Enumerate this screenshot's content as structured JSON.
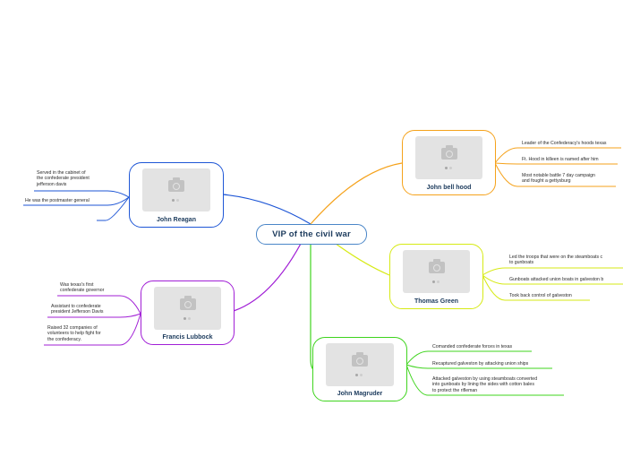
{
  "central": {
    "title": "VIP of the civil war"
  },
  "colors": {
    "reagan": "#1e56d6",
    "hood": "#f5a21b",
    "green": "#d6ea14",
    "lubbock": "#a11fd6",
    "magruder": "#3fd41e",
    "central": "#4a86c8"
  },
  "icons": {
    "photo": "camera-icon"
  },
  "branches": {
    "reagan": {
      "name": "John Reagan",
      "notes": [
        "Served in the cabinet of",
        "the confederate president",
        "jefferson davis",
        "He was the postmaster general"
      ]
    },
    "lubbock": {
      "name": "Francis Lubbock",
      "notes": [
        "Was texas's first",
        "confederate governor",
        "Assistant to confederate",
        "president Jefferson Davis",
        "Raised 32 companies of",
        "volunteers to help fight for",
        "the confederacy."
      ]
    },
    "hood": {
      "name": "John bell hood",
      "notes": [
        "Leader of the Confederacy's hoods texas",
        "Ft. Hood in killeen is named after him",
        "Most notable battle 7 day campaign",
        "and fought a gettysburg"
      ]
    },
    "green": {
      "name": "Thomas Green",
      "notes": [
        "Led the troops that were on the steamboats c",
        "to gunboats",
        "Gunboats attacked union boats in galveston b",
        "Took back control of galveston"
      ]
    },
    "magruder": {
      "name": "John Magruder",
      "notes": [
        "Comanded confederate forces in texas",
        "Recaptured galveston by attacking union ships",
        "Attacked galveston by using steamboats converted",
        "into gunboats by lining the sides with cotton bales",
        "to protect the rifleman"
      ]
    }
  }
}
